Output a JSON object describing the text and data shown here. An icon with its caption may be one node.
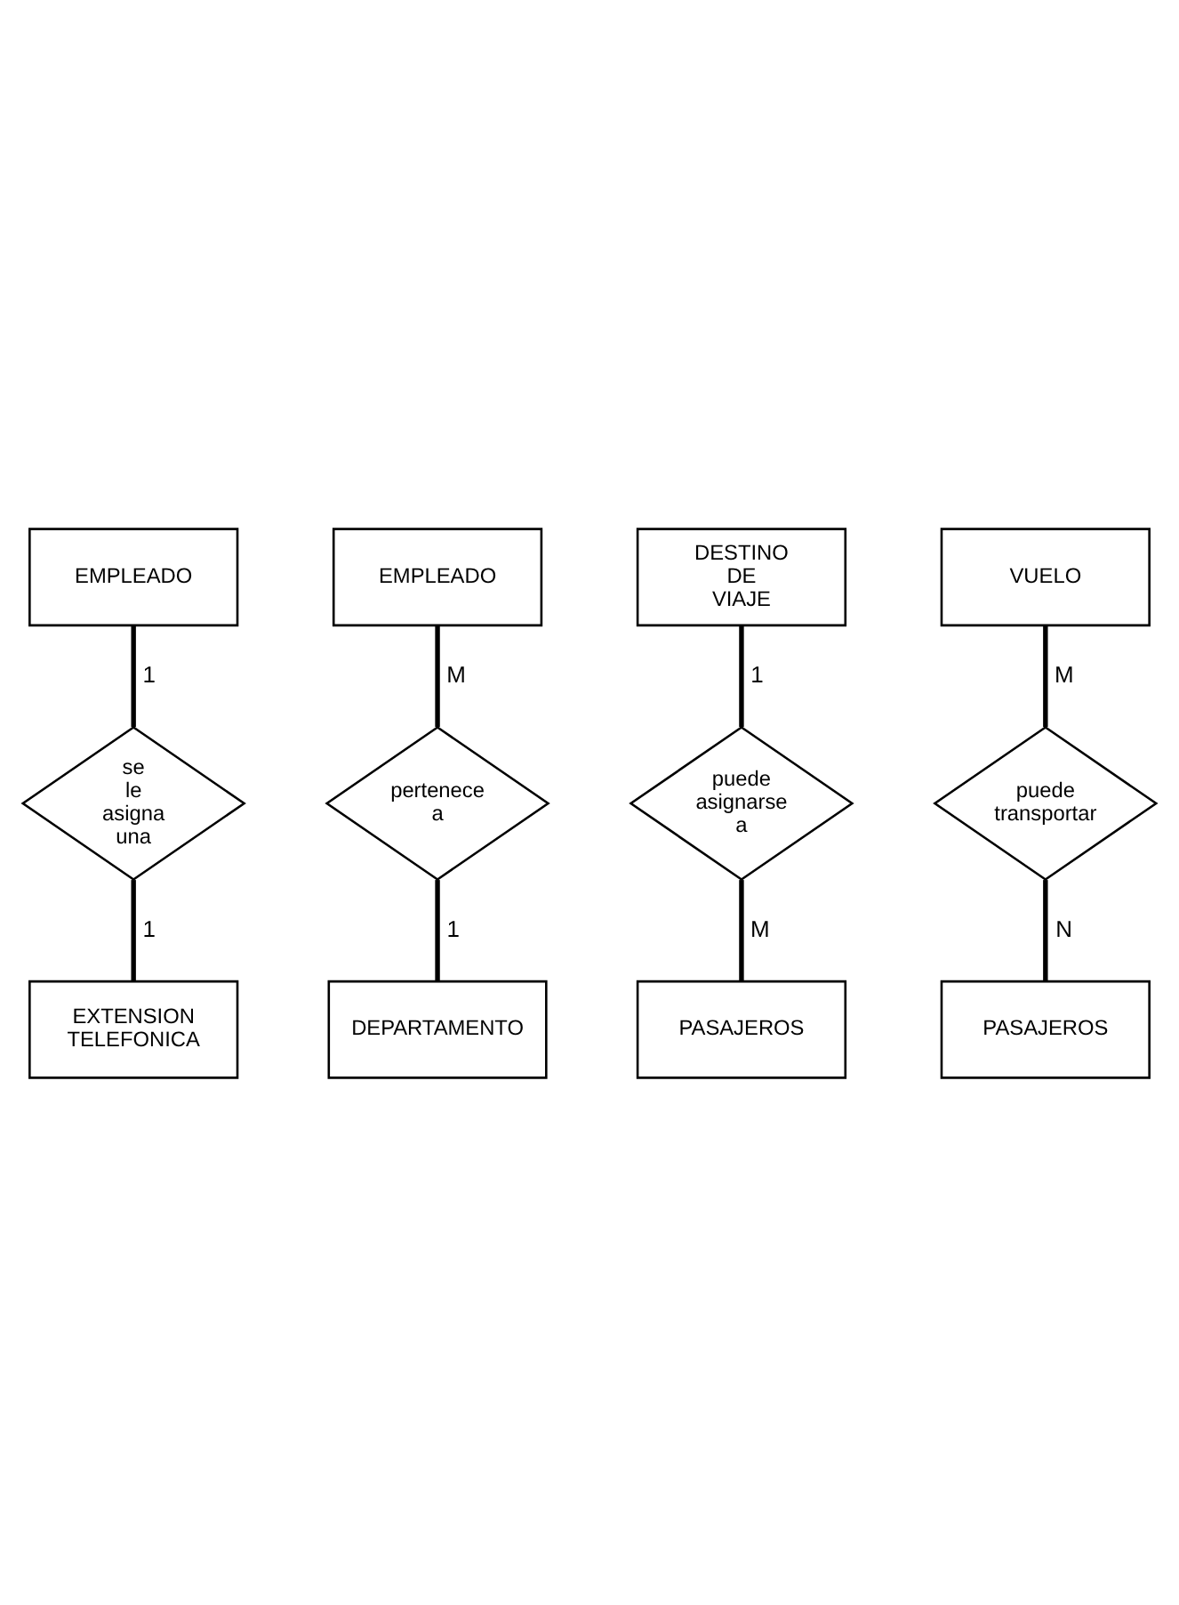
{
  "diagram": {
    "nodes": [
      {
        "text": [
          "EMPLEADO"
        ]
      },
      {
        "text": [
          "se le asigna una"
        ]
      },
      {
        "text": [
          "EXTENSION TELEFONICA"
        ]
      },
      {
        "text": [
          "EMPLEADO"
        ]
      },
      {
        "text": [
          "pertenece a"
        ]
      },
      {
        "text": [
          "DEPARTAMENTO"
        ]
      },
      {
        "text": [
          "DESTINO DE VIAJE"
        ]
      },
      {
        "text": [
          "puede asignarse a"
        ]
      },
      {
        "text": [
          "PASAJEROS"
        ]
      },
      {
        "text": [
          "VUELO"
        ]
      },
      {
        "text": [
          "puede transportar"
        ]
      },
      {
        "text": [
          "PASAJEROS"
        ]
      }
    ],
    "edges": [
      {
        "from": 0,
        "to": 1,
        "arrow": "none",
        "label": "1"
      },
      {
        "from": 1,
        "to": 2,
        "arrow": "none",
        "label": "1"
      },
      {
        "from": 3,
        "to": 4,
        "arrow": "none",
        "label": "M"
      },
      {
        "from": 4,
        "to": 5,
        "arrow": "none",
        "label": "1"
      },
      {
        "from": 6,
        "to": 7,
        "arrow": "none",
        "label": "1"
      },
      {
        "from": 7,
        "to": 8,
        "arrow": "none",
        "label": "M"
      },
      {
        "from": 9,
        "to": 10,
        "arrow": "none",
        "label": "M"
      },
      {
        "from": 10,
        "to": 11,
        "arrow": "none",
        "label": "N"
      }
    ]
  }
}
